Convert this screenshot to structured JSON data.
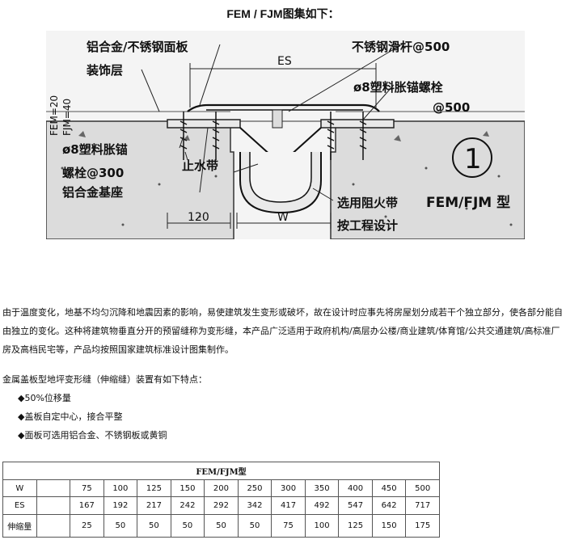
{
  "title": "FEM / FJM图集如下：",
  "figure": {
    "labels": {
      "panel": "铝合金/不锈钢面板",
      "decor": "装饰层",
      "es": "ES",
      "rod": "不锈钢滑杆@500",
      "anchor_right_1": "ø8塑料胀锚螺栓",
      "anchor_right_2": "@500",
      "fem": "FEM=20",
      "fjm": "FJM=40",
      "anchor_left_1": "ø8塑料胀锚",
      "anchor_left_2": "螺栓@300",
      "base": "铝合金基座",
      "waterstop": "止水带",
      "fire_1": "选用阻火带",
      "fire_2": "按工程设计",
      "dim_120": "120",
      "dim_w": "W",
      "circle_no": "1",
      "type_label": "FEM/FJM 型"
    }
  },
  "paragraphs": {
    "p1": "由于温度变化，地基不均匀沉降和地震因素的影响，易使建筑发生变形或破坏，故在设计时应事先将房屋划分成若干个独立部分，使各部分能自由独立的变化。这种将建筑物垂直分开的预留缝称为变形缝，本产品广泛适用于政府机构/高层办公楼/商业建筑/体育馆/公共交通建筑/高标准厂房及高档民宅等，产品均按照国家建筑标准设计图集制作。",
    "p2": "金属盖板型地坪变形缝（伸缩缝）装置有如下特点："
  },
  "features": [
    "◆50%位移量",
    "◆盖板自定中心，接合平整",
    "◆面板可选用铝合金、不锈钢板或黄铜"
  ],
  "table": {
    "caption": "FEM/FJM型",
    "rows": [
      {
        "label": "W",
        "values": [
          "75",
          "100",
          "125",
          "150",
          "200",
          "250",
          "300",
          "350",
          "400",
          "450",
          "500"
        ]
      },
      {
        "label": "ES",
        "values": [
          "167",
          "192",
          "217",
          "242",
          "292",
          "342",
          "417",
          "492",
          "547",
          "642",
          "717"
        ]
      },
      {
        "label": "伸缩量",
        "values": [
          "25",
          "50",
          "50",
          "50",
          "50",
          "50",
          "75",
          "100",
          "125",
          "150",
          "175"
        ]
      }
    ]
  }
}
